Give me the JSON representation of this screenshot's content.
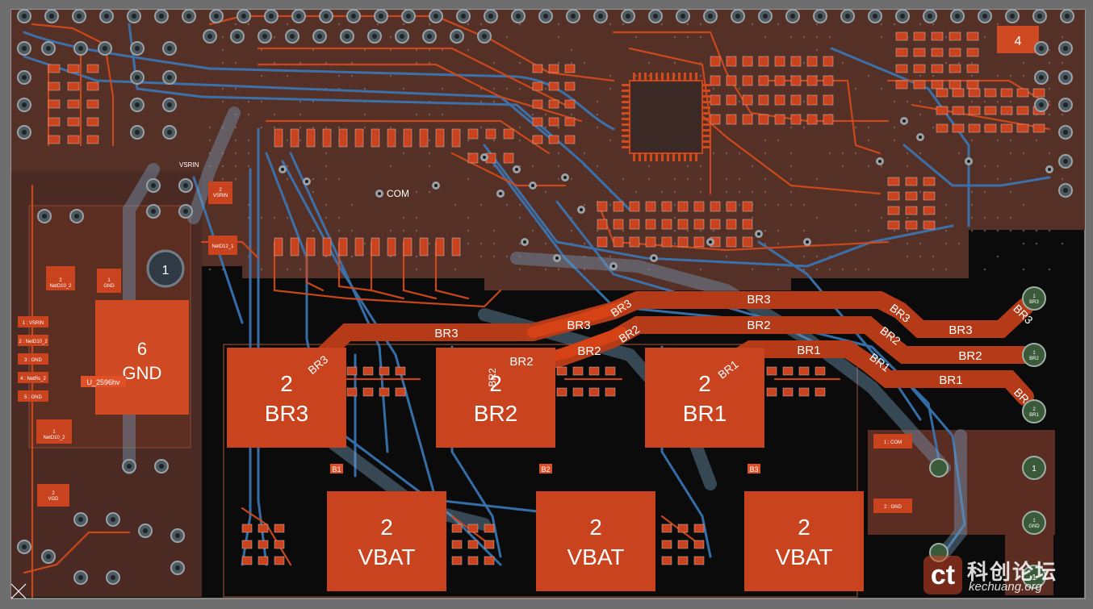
{
  "board": {
    "colors": {
      "background": "#6e6e6e",
      "board": "#0b0b0b",
      "plane": "#5a3328",
      "copper": "#c0401c",
      "copper_bright": "#f04a15",
      "trace_blue": "#3a78b8",
      "pad_grey": "#9aa2a8",
      "silk": "#ffffff"
    },
    "large_pads": {
      "gnd": {
        "num": "6",
        "net": "GND"
      },
      "br3": {
        "num": "2",
        "net": "BR3"
      },
      "br2": {
        "num": "2",
        "net": "BR2"
      },
      "br1": {
        "num": "2",
        "net": "BR1"
      },
      "vbat1": {
        "num": "2",
        "net": "VBAT"
      },
      "vbat2": {
        "num": "2",
        "net": "VBAT"
      },
      "vbat3": {
        "num": "2",
        "net": "VBAT"
      },
      "mount": {
        "num": "1"
      },
      "corner4": {
        "num": "4"
      }
    },
    "net_labels": {
      "com": "COM",
      "br3_top": "BR3",
      "br2_top": "BR2",
      "br1_top": "BR1",
      "br3_right": "BR3",
      "br2_right": "BR2",
      "br1_right": "BR1",
      "br3_a": "BR3",
      "br3_b": "BR3",
      "br3_c": "BR3",
      "br2_a": "BR2",
      "br2_b": "BR2",
      "br2_c": "BR2",
      "br2_d": "BR2",
      "br1_a": "BR1",
      "br1_b": "BR1",
      "br1_c": "BR1",
      "br3_pad_diag": "BR3",
      "br2_mid": "BR2",
      "br1_pad_diag": "BR1",
      "br_right_diag": "BR"
    },
    "small_labels": {
      "vsrin_top": "VSRIN",
      "vsrin_pad": "2\nVSRIN",
      "net_d10_2_a": "2\nNetD10_2",
      "gnd_pad": "1\nGND",
      "net_d10_2_b": "1\nNetD10_2",
      "vgd": "2\nVGD",
      "u2596": "U_2596hv",
      "pin1": "1 : VSRIN",
      "pin2": "2 : NetD10_2",
      "pin3": "3 : GND",
      "pin4": "4 : NetRs_2",
      "pin5": "5 : GND",
      "b1": "B1",
      "b2": "B2",
      "b3": "B3",
      "com_pin": "1 : COM",
      "gnd_pin": "2 : GND",
      "netd12": "NetD12_1"
    },
    "right_connector": [
      "1\nBR3",
      "1\nBR2",
      "2\nBR1",
      "1",
      "1\nGND",
      "1"
    ],
    "watermark": {
      "mark": "ct",
      "title": "科创论坛",
      "url": "kechuang.org"
    }
  }
}
